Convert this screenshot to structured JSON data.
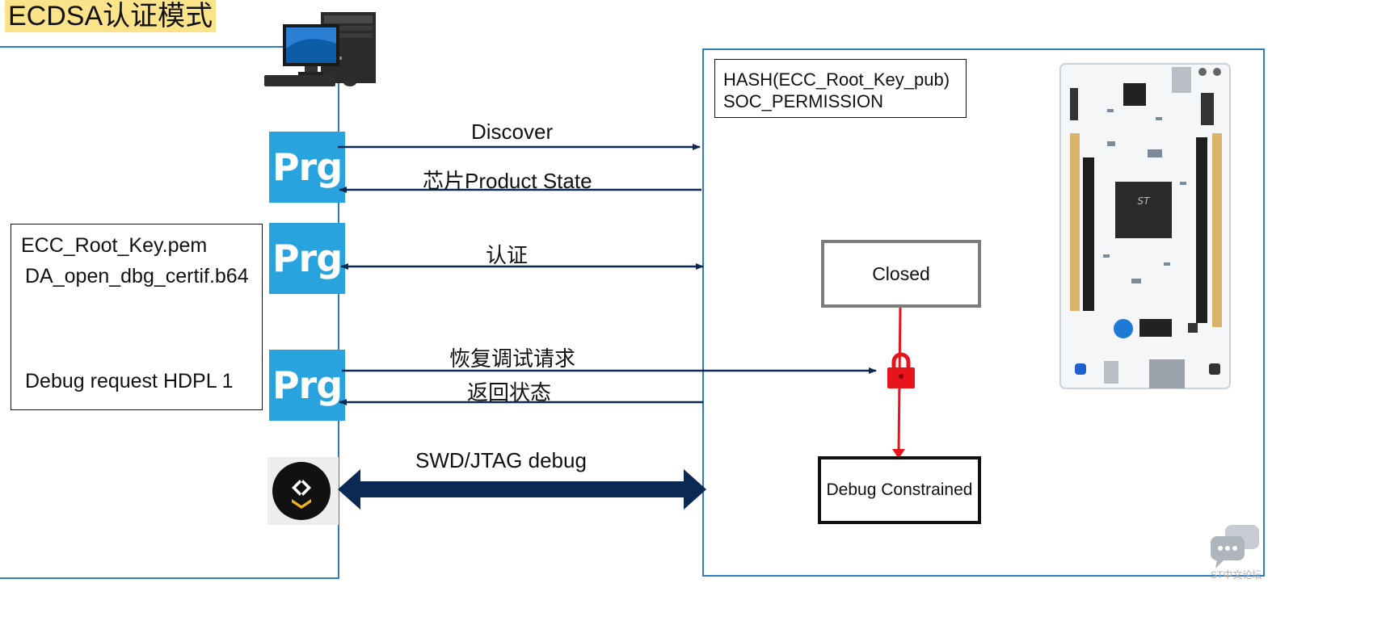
{
  "title": "ECDSA认证模式",
  "host_files": {
    "key_file": "ECC_Root_Key.pem",
    "cert_file": "DA_open_dbg_certif.b64",
    "request": "Debug request HDPL 1"
  },
  "device_info": {
    "line1": "HASH(ECC_Root_Key_pub)",
    "line2": "SOC_PERMISSION"
  },
  "tool_label": "Prg",
  "messages": {
    "discover": "Discover",
    "product_state": "芯片Product State",
    "auth": "认证",
    "restore_request": "恢复调试请求",
    "return_status": "返回状态",
    "swd": "SWD/JTAG debug"
  },
  "states": {
    "closed": "Closed",
    "debug_constrained": "Debug Constrained"
  },
  "watermark": "ST中文论坛",
  "icons": [
    "desktop-computer-icon",
    "debugger-logo-icon",
    "lock-icon",
    "chat-bubbles-icon",
    "nucleo-board-image"
  ],
  "colors": {
    "title_highlight": "#fbe38a",
    "panel_border": "#2e7ebf",
    "prg_tile": "#29a3dd",
    "arrow": "#0a2a55",
    "lock_red": "#e8141b"
  }
}
